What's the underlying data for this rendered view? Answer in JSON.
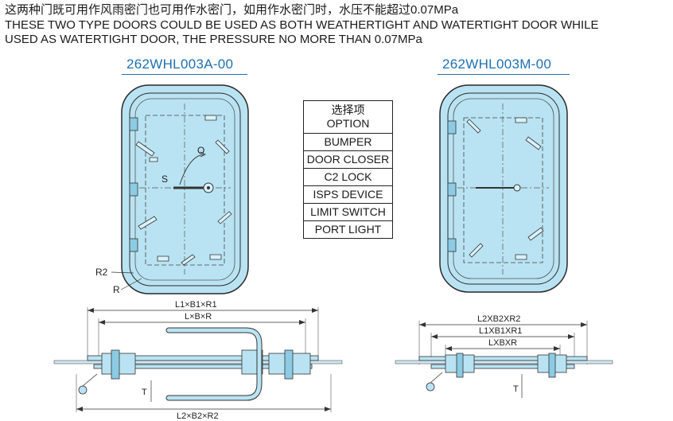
{
  "header": {
    "line1": "这两种门既可用作风雨密门也可用作水密门，如用作水密门时，水压不能超过0.07MPa",
    "line2": "THESE TWO TYPE DOORS COULD BE USED AS BOTH WEATHERTIGHT AND WATERTIGHT DOOR WHILE",
    "line3": "USED AS WATERTIGHT DOOR, THE PRESSURE NO MORE THAN 0.07MPa"
  },
  "models": {
    "left": "262WHL003A-00",
    "right": "262WHL003M-00"
  },
  "options": {
    "title_cn": "选择项",
    "title_en": "OPTION",
    "items": [
      "BUMPER",
      "DOOR CLOSER",
      "C2 LOCK",
      "ISPS DEVICE",
      "LIMIT SWITCH",
      "PORT LIGHT"
    ]
  },
  "labels": {
    "o": "O",
    "s": "S",
    "r2": "R2",
    "r": "R",
    "t_left": "T",
    "t_right": "T"
  },
  "dimensions": {
    "left_top1": "L1×B1×R1",
    "left_top2": "L×B×R",
    "left_bottom": "L2×B2×R2",
    "right_1": "L2XB2XR2",
    "right_2": "L1XB1XR1",
    "right_3": "LXBXR"
  },
  "colors": {
    "door_fill": "#b9e3f2",
    "door_stroke": "#2a2a2a",
    "model_text": "#1f6fb2"
  }
}
